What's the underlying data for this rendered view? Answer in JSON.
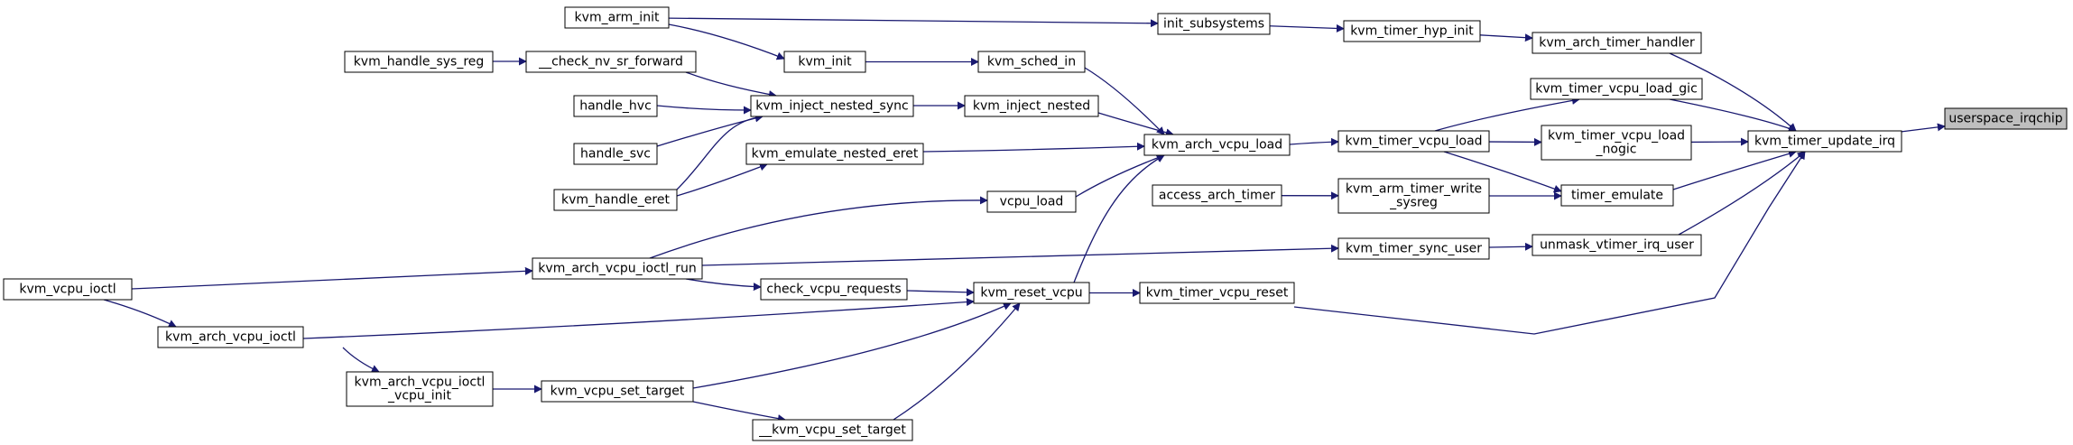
{
  "colors": {
    "edge": "#191970",
    "node_border": "#000000",
    "node_fill": "#ffffff",
    "root_fill": "#bfbfbf"
  },
  "root": "userspace_irqchip",
  "nodes": {
    "userspace_irqchip": [
      "userspace_irqchip"
    ],
    "kvm_arch_timer_handler": [
      "kvm_arch_timer_handler"
    ],
    "kvm_timer_vcpu_load_gic": [
      "kvm_timer_vcpu_load_gic"
    ],
    "kvm_timer_update_irq": [
      "kvm_timer_update_irq"
    ],
    "kvm_timer_vcpu_load_nogic": [
      "kvm_timer_vcpu_load",
      "_nogic"
    ],
    "timer_emulate": [
      "timer_emulate"
    ],
    "unmask_vtimer_irq_user": [
      "unmask_vtimer_irq_user"
    ],
    "kvm_timer_hyp_init": [
      "kvm_timer_hyp_init"
    ],
    "init_subsystems": [
      "init_subsystems"
    ],
    "kvm_arm_init": [
      "kvm_arm_init"
    ],
    "kvm_init": [
      "kvm_init"
    ],
    "kvm_sched_in": [
      "kvm_sched_in"
    ],
    "kvm_timer_vcpu_load": [
      "kvm_timer_vcpu_load"
    ],
    "kvm_arch_vcpu_load": [
      "kvm_arch_vcpu_load"
    ],
    "kvm_arm_timer_write_sysreg": [
      "kvm_arm_timer_write",
      "_sysreg"
    ],
    "access_arch_timer": [
      "access_arch_timer"
    ],
    "kvm_timer_sync_user": [
      "kvm_timer_sync_user"
    ],
    "kvm_timer_vcpu_reset": [
      "kvm_timer_vcpu_reset"
    ],
    "kvm_inject_nested": [
      "kvm_inject_nested"
    ],
    "kvm_inject_nested_sync": [
      "kvm_inject_nested_sync"
    ],
    "kvm_emulate_nested_eret": [
      "kvm_emulate_nested_eret"
    ],
    "vcpu_load": [
      "vcpu_load"
    ],
    "kvm_reset_vcpu": [
      "kvm_reset_vcpu"
    ],
    "kvm_arch_vcpu_ioctl_run": [
      "kvm_arch_vcpu_ioctl_run"
    ],
    "check_vcpu_requests": [
      "check_vcpu_requests"
    ],
    "kvm_vcpu_set_target": [
      "kvm_vcpu_set_target"
    ],
    "__kvm_vcpu_set_target": [
      "__kvm_vcpu_set_target"
    ],
    "__check_nv_sr_forward": [
      "__check_nv_sr_forward"
    ],
    "kvm_handle_sys_reg": [
      "kvm_handle_sys_reg"
    ],
    "handle_hvc": [
      "handle_hvc"
    ],
    "handle_svc": [
      "handle_svc"
    ],
    "kvm_handle_eret": [
      "kvm_handle_eret"
    ],
    "kvm_vcpu_ioctl": [
      "kvm_vcpu_ioctl"
    ],
    "kvm_arch_vcpu_ioctl": [
      "kvm_arch_vcpu_ioctl"
    ],
    "kvm_arch_vcpu_ioctl_vcpu_init": [
      "kvm_arch_vcpu_ioctl",
      "_vcpu_init"
    ]
  },
  "edges": [
    [
      "kvm_arch_timer_handler",
      "kvm_timer_update_irq"
    ],
    [
      "kvm_timer_hyp_init",
      "kvm_arch_timer_handler"
    ],
    [
      "init_subsystems",
      "kvm_timer_hyp_init"
    ],
    [
      "kvm_arm_init",
      "init_subsystems"
    ],
    [
      "kvm_arm_init",
      "kvm_init"
    ],
    [
      "kvm_init",
      "kvm_sched_in"
    ],
    [
      "kvm_sched_in",
      "kvm_arch_vcpu_load"
    ],
    [
      "kvm_timer_vcpu_load_gic",
      "kvm_timer_update_irq"
    ],
    [
      "kvm_timer_vcpu_load",
      "kvm_timer_vcpu_load_gic"
    ],
    [
      "kvm_timer_vcpu_load",
      "kvm_timer_vcpu_load_nogic"
    ],
    [
      "kvm_timer_vcpu_load",
      "timer_emulate"
    ],
    [
      "kvm_arch_vcpu_load",
      "kvm_timer_vcpu_load"
    ],
    [
      "kvm_inject_nested",
      "kvm_arch_vcpu_load"
    ],
    [
      "kvm_emulate_nested_eret",
      "kvm_arch_vcpu_load"
    ],
    [
      "vcpu_load",
      "kvm_arch_vcpu_load"
    ],
    [
      "kvm_reset_vcpu",
      "kvm_arch_vcpu_load"
    ],
    [
      "kvm_reset_vcpu",
      "kvm_timer_vcpu_reset"
    ],
    [
      "kvm_timer_vcpu_load_nogic",
      "kvm_timer_update_irq"
    ],
    [
      "timer_emulate",
      "kvm_timer_update_irq"
    ],
    [
      "unmask_vtimer_irq_user",
      "kvm_timer_update_irq"
    ],
    [
      "kvm_timer_vcpu_reset",
      "kvm_timer_update_irq"
    ],
    [
      "kvm_timer_update_irq",
      "userspace_irqchip"
    ],
    [
      "access_arch_timer",
      "kvm_arm_timer_write_sysreg"
    ],
    [
      "kvm_arm_timer_write_sysreg",
      "timer_emulate"
    ],
    [
      "kvm_timer_sync_user",
      "unmask_vtimer_irq_user"
    ],
    [
      "kvm_arch_vcpu_ioctl_run",
      "kvm_timer_sync_user"
    ],
    [
      "kvm_arch_vcpu_ioctl_run",
      "vcpu_load"
    ],
    [
      "kvm_arch_vcpu_ioctl_run",
      "check_vcpu_requests"
    ],
    [
      "check_vcpu_requests",
      "kvm_reset_vcpu"
    ],
    [
      "kvm_inject_nested_sync",
      "kvm_inject_nested"
    ],
    [
      "__check_nv_sr_forward",
      "kvm_inject_nested_sync"
    ],
    [
      "kvm_handle_sys_reg",
      "__check_nv_sr_forward"
    ],
    [
      "handle_hvc",
      "kvm_inject_nested_sync"
    ],
    [
      "handle_svc",
      "kvm_inject_nested_sync"
    ],
    [
      "kvm_handle_eret",
      "kvm_inject_nested_sync"
    ],
    [
      "kvm_handle_eret",
      "kvm_emulate_nested_eret"
    ],
    [
      "kvm_vcpu_ioctl",
      "kvm_arch_vcpu_ioctl_run"
    ],
    [
      "kvm_vcpu_ioctl",
      "kvm_arch_vcpu_ioctl"
    ],
    [
      "kvm_arch_vcpu_ioctl",
      "kvm_reset_vcpu"
    ],
    [
      "kvm_arch_vcpu_ioctl",
      "kvm_arch_vcpu_ioctl_vcpu_init"
    ],
    [
      "kvm_arch_vcpu_ioctl_vcpu_init",
      "kvm_vcpu_set_target"
    ],
    [
      "kvm_vcpu_set_target",
      "kvm_reset_vcpu"
    ],
    [
      "kvm_vcpu_set_target",
      "__kvm_vcpu_set_target"
    ],
    [
      "__kvm_vcpu_set_target",
      "kvm_reset_vcpu"
    ]
  ]
}
